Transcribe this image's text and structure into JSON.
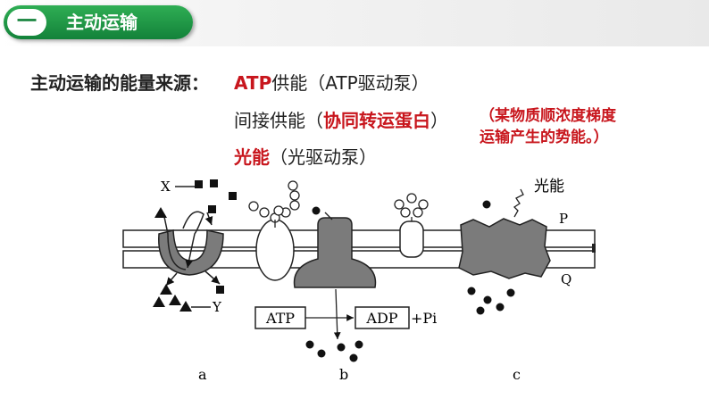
{
  "header": {
    "number": "一",
    "title": "主动运输"
  },
  "content": {
    "heading": "主动运输的能量来源：",
    "line1": {
      "highlight": "ATP",
      "rest": "供能（ATP驱动泵）"
    },
    "line2": {
      "prefix": "间接供能（",
      "highlight": "协同转运蛋白",
      "suffix": "）"
    },
    "line3": {
      "highlight": "光能",
      "rest": "（光驱动泵）"
    },
    "note_line1": "（某物质顺浓度梯度",
    "note_line2": "运输产生的势能。）"
  },
  "diagram": {
    "label_x": "X",
    "label_y": "Y",
    "label_light": "光能",
    "label_p": "P",
    "label_q": "Q",
    "atp": "ATP",
    "adp": "ADP",
    "pi": "+Pi",
    "panel_a": "a",
    "panel_b": "b",
    "panel_c": "c"
  },
  "colors": {
    "accent_green": "#13823a",
    "highlight_red": "#c8161d"
  }
}
